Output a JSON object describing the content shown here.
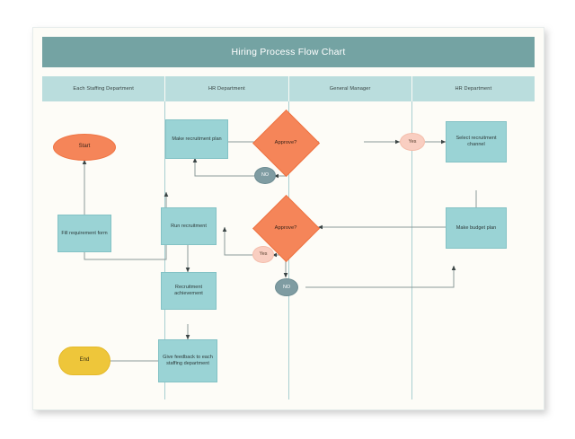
{
  "chart_data": {
    "type": "diagram",
    "diagram_kind": "swimlane-flowchart",
    "title": "Hiring Process Flow Chart",
    "lanes": [
      "Each Staffing Department",
      "HR Department",
      "General Manager",
      "HR Department"
    ],
    "nodes": [
      {
        "id": "start",
        "label": "Start",
        "shape": "oval",
        "lane": 0,
        "color": "#f58559"
      },
      {
        "id": "fill-form",
        "label": "Fill requirement form",
        "shape": "rectangle",
        "lane": 0,
        "color": "#9ad3d5"
      },
      {
        "id": "end",
        "label": "End",
        "shape": "stadium",
        "lane": 0,
        "color": "#eec63a"
      },
      {
        "id": "make-plan",
        "label": "Make recruitment plan",
        "shape": "rectangle",
        "lane": 1,
        "color": "#9ad3d5"
      },
      {
        "id": "run-recruit",
        "label": "Run recruitment",
        "shape": "rectangle",
        "lane": 1,
        "color": "#9ad3d5"
      },
      {
        "id": "achievement",
        "label": "Recruitment achievement",
        "shape": "rectangle",
        "lane": 1,
        "color": "#9ad3d5"
      },
      {
        "id": "feedback",
        "label": "Give feedback to each staffing department",
        "shape": "rectangle",
        "lane": 1,
        "color": "#9ad3d5"
      },
      {
        "id": "approve-1",
        "label": "Approve?",
        "shape": "diamond",
        "lane": 2,
        "color": "#f58559"
      },
      {
        "id": "no-1",
        "label": "NO",
        "shape": "oval",
        "lane": 2,
        "color": "#7f9ca2"
      },
      {
        "id": "approve-2",
        "label": "Approve?",
        "shape": "diamond",
        "lane": 2,
        "color": "#f58559"
      },
      {
        "id": "no-2",
        "label": "NO",
        "shape": "oval",
        "lane": 2,
        "color": "#7f9ca2"
      },
      {
        "id": "yes-1",
        "label": "Yes",
        "shape": "oval",
        "lane": 3,
        "color": "#f9cec1"
      },
      {
        "id": "yes-2",
        "label": "Yes",
        "shape": "oval",
        "lane": 2,
        "color": "#f9cec1"
      },
      {
        "id": "select-chan",
        "label": "Select recruitment channel",
        "shape": "rectangle",
        "lane": 3,
        "color": "#9ad3d5"
      },
      {
        "id": "budget",
        "label": "Make budget plan",
        "shape": "rectangle",
        "lane": 3,
        "color": "#9ad3d5"
      }
    ],
    "edges": [
      {
        "from": "fill-form",
        "to": "start",
        "label": ""
      },
      {
        "from": "fill-form",
        "to": "make-plan",
        "label": ""
      },
      {
        "from": "make-plan",
        "to": "approve-1",
        "label": ""
      },
      {
        "from": "approve-1",
        "to": "yes-1",
        "label": "Yes"
      },
      {
        "from": "approve-1",
        "to": "no-1",
        "label": "NO"
      },
      {
        "from": "no-1",
        "to": "make-plan",
        "label": ""
      },
      {
        "from": "yes-1",
        "to": "select-chan",
        "label": ""
      },
      {
        "from": "select-chan",
        "to": "budget",
        "label": ""
      },
      {
        "from": "budget",
        "to": "approve-2",
        "label": ""
      },
      {
        "from": "approve-2",
        "to": "yes-2",
        "label": "Yes"
      },
      {
        "from": "yes-2",
        "to": "run-recruit",
        "label": ""
      },
      {
        "from": "approve-2",
        "to": "no-2",
        "label": "NO"
      },
      {
        "from": "no-2",
        "to": "budget",
        "label": ""
      },
      {
        "from": "run-recruit",
        "to": "achievement",
        "label": ""
      },
      {
        "from": "achievement",
        "to": "feedback",
        "label": ""
      },
      {
        "from": "feedback",
        "to": "end",
        "label": ""
      }
    ],
    "colors": {
      "title_band": "#74a3a3",
      "lane_header": "#badddd",
      "process": "#9ad3d5",
      "decision": "#f58559",
      "start": "#f58559",
      "end": "#eec63a",
      "yes_badge": "#f9cec1",
      "no_badge": "#7f9ca2",
      "canvas": "#fdfcf7",
      "connector": "#6d7a7a"
    }
  },
  "header": {
    "title": "Hiring Process Flow Chart"
  },
  "lanes": [
    {
      "label": "Each Staffing Department"
    },
    {
      "label": "HR Department"
    },
    {
      "label": "General Manager"
    },
    {
      "label": "HR Department"
    }
  ],
  "nodes": {
    "start": "Start",
    "fill_form": "Fill requirement form",
    "end": "End",
    "make_plan": "Make recruitment plan",
    "run_recruit": "Run recruitment",
    "achievement": "Recruitment achievement",
    "feedback": "Give feedback to each staffing department",
    "approve_1": "Approve?",
    "approve_2": "Approve?",
    "no_1": "NO",
    "no_2": "NO",
    "yes_1": "Yes",
    "yes_2": "Yes",
    "select_channel": "Select recruitment channel",
    "budget": "Make budget plan"
  }
}
